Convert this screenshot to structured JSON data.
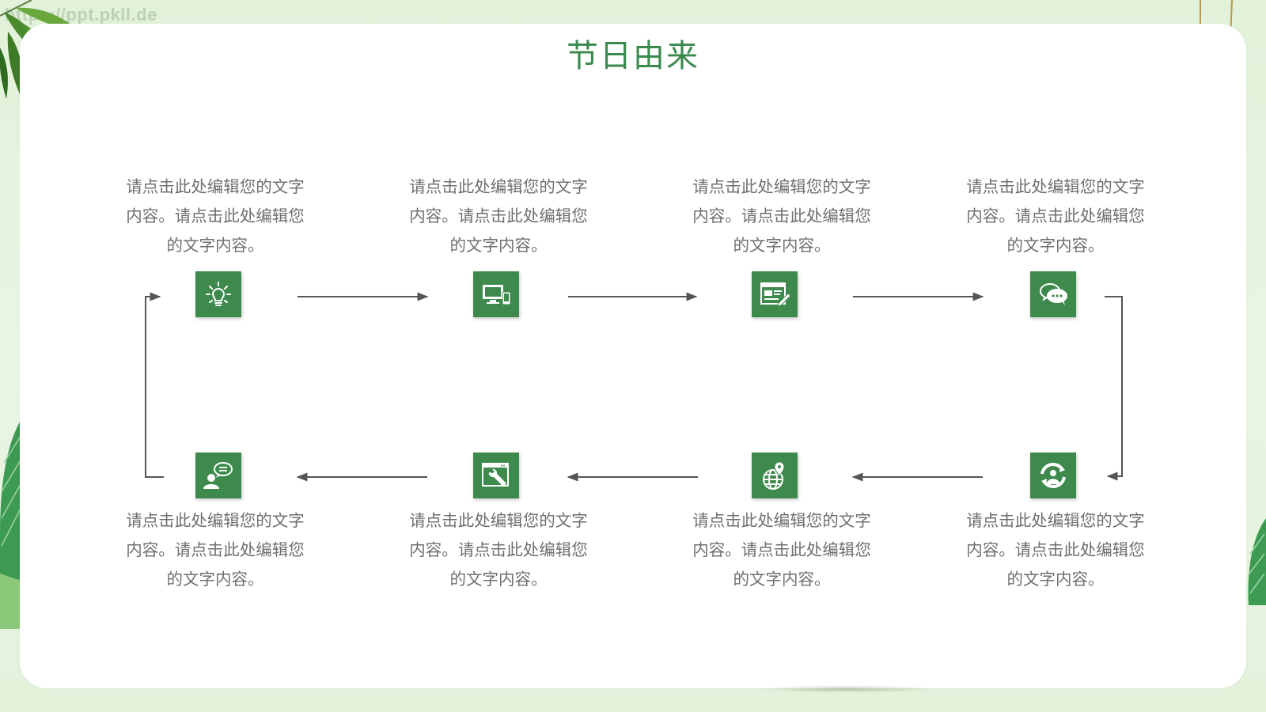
{
  "watermark": "https://ppt.pkll.de",
  "title": "节日由来",
  "colors": {
    "accent": "#3e8a4d",
    "title": "#3a8a4e",
    "text": "#6f6f6f",
    "arrow": "#555555"
  },
  "steps": [
    {
      "line1": "请点击此处编辑您的文字",
      "line2": "内容。请点击此处编辑您",
      "line3": "的文字内容。",
      "icon": "lightbulb-icon"
    },
    {
      "line1": "请点击此处编辑您的文字",
      "line2": "内容。请点击此处编辑您",
      "line3": "的文字内容。",
      "icon": "devices-icon"
    },
    {
      "line1": "请点击此处编辑您的文字",
      "line2": "内容。请点击此处编辑您",
      "line3": "的文字内容。",
      "icon": "web-edit-icon"
    },
    {
      "line1": "请点击此处编辑您的文字",
      "line2": "内容。请点击此处编辑您",
      "line3": "的文字内容。",
      "icon": "chat-icon"
    },
    {
      "line1": "请点击此处编辑您的文字",
      "line2": "内容。请点击此处编辑您",
      "line3": "的文字内容。",
      "icon": "user-chat-icon"
    },
    {
      "line1": "请点击此处编辑您的文字",
      "line2": "内容。请点击此处编辑您",
      "line3": "的文字内容。",
      "icon": "web-tools-icon"
    },
    {
      "line1": "请点击此处编辑您的文字",
      "line2": "内容。请点击此处编辑您",
      "line3": "的文字内容。",
      "icon": "globe-pin-icon"
    },
    {
      "line1": "请点击此处编辑您的文字",
      "line2": "内容。请点击此处编辑您",
      "line3": "的文字内容。",
      "icon": "user-cycle-icon"
    }
  ]
}
